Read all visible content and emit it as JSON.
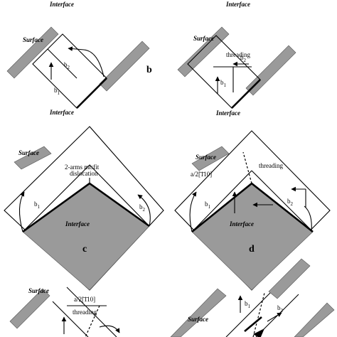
{
  "labels": {
    "surface": "Surface",
    "interface": "Interface",
    "b1": "b",
    "b2": "b",
    "sub1": "1",
    "sub2": "2",
    "threading": "threading",
    "misfit_line1": "2-arms misfit",
    "misfit_line2": "dislocation",
    "burgers_vector": "a/2[̄1̄10]"
  },
  "panels": {
    "b": "b",
    "c": "c",
    "d": "d"
  }
}
